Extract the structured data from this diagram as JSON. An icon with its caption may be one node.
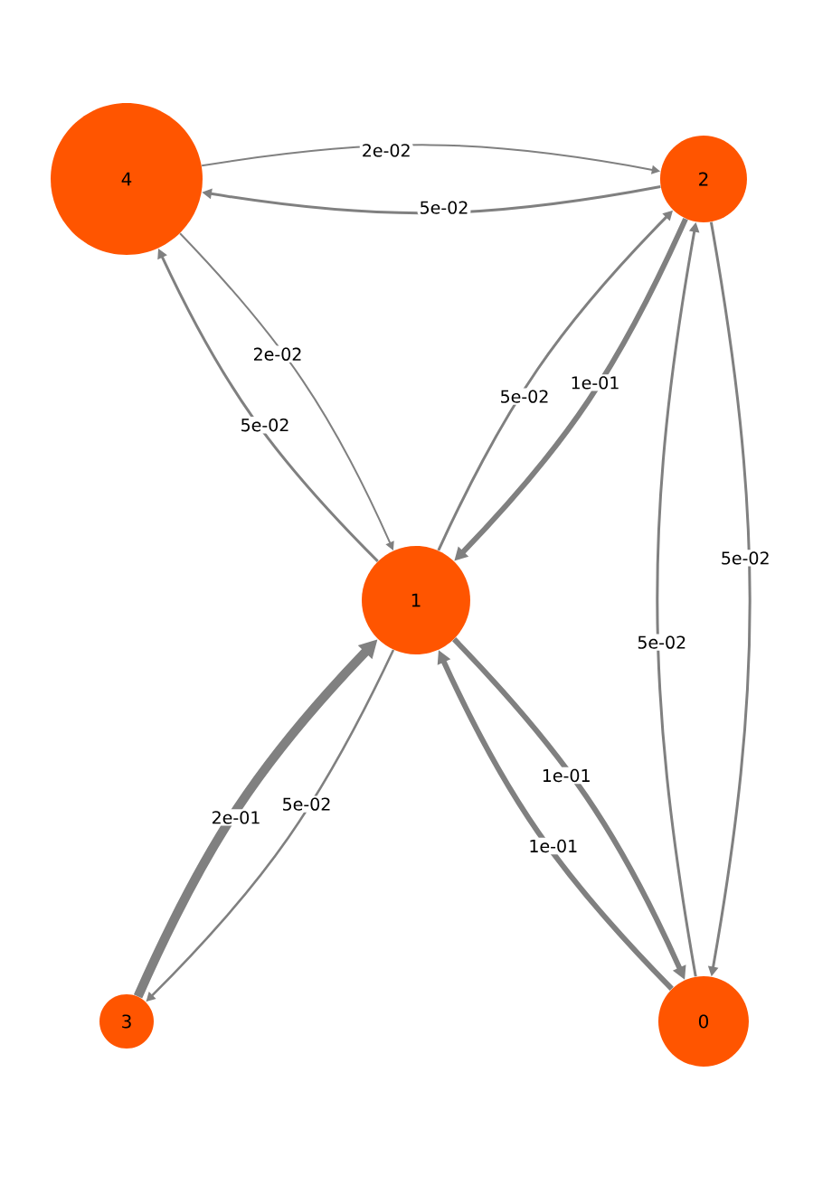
{
  "diagram": {
    "nodes": [
      {
        "text": [
          "4"
        ]
      },
      {
        "text": [
          "2"
        ]
      },
      {
        "text": [
          "1"
        ]
      },
      {
        "text": [
          "3"
        ]
      },
      {
        "text": [
          "0"
        ]
      }
    ],
    "edges": [
      {
        "from": 0,
        "to": 1,
        "arrow": "to",
        "label": "2e-02"
      },
      {
        "from": 1,
        "to": 0,
        "arrow": "to",
        "label": "5e-02"
      },
      {
        "from": 0,
        "to": 2,
        "arrow": "to",
        "label": "2e-02"
      },
      {
        "from": 2,
        "to": 0,
        "arrow": "to",
        "label": "5e-02"
      },
      {
        "from": 2,
        "to": 1,
        "arrow": "to",
        "label": "5e-02"
      },
      {
        "from": 1,
        "to": 2,
        "arrow": "to",
        "label": "1e-01",
        "style": "thick"
      },
      {
        "from": 1,
        "to": 4,
        "arrow": "to",
        "label": "5e-02"
      },
      {
        "from": 4,
        "to": 1,
        "arrow": "to",
        "label": "5e-02"
      },
      {
        "from": 2,
        "to": 4,
        "arrow": "to",
        "label": "1e-01",
        "style": "thick"
      },
      {
        "from": 4,
        "to": 2,
        "arrow": "to",
        "label": "1e-01",
        "style": "thick"
      },
      {
        "from": 3,
        "to": 2,
        "arrow": "to",
        "label": "2e-01",
        "style": "thick"
      },
      {
        "from": 2,
        "to": 3,
        "arrow": "to",
        "label": "5e-02"
      }
    ]
  }
}
